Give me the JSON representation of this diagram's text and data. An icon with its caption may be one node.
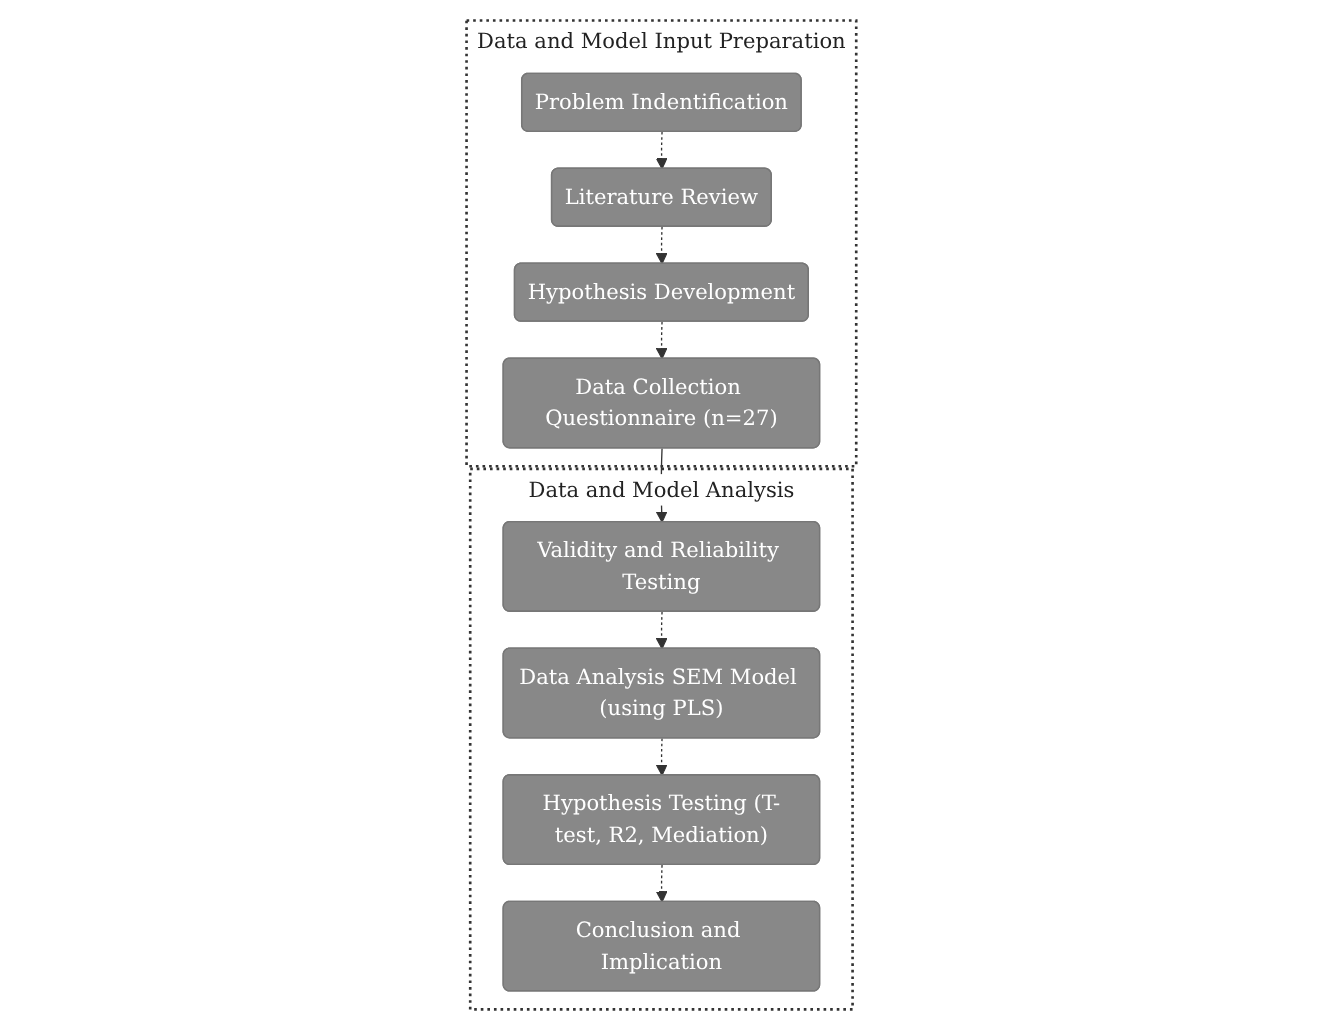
{
  "diagram": {
    "nodes": [
      {
        "text": [
          "Data and Model Input Preparation"
        ]
      },
      {
        "text": [
          "Problem Indentification"
        ],
        "in": 0
      },
      {
        "text": [
          "Literature Review"
        ],
        "in": 0
      },
      {
        "text": [
          "Hypothesis Development"
        ],
        "in": 0
      },
      {
        "text": [
          "Data Collection Questionnaire (n=27)"
        ],
        "in": 0
      },
      {
        "text": [
          "Data and Model Analysis"
        ]
      },
      {
        "text": [
          "Validity and Reliability Testing"
        ],
        "in": 5
      },
      {
        "text": [
          "Data Analysis SEM Model (using PLS)"
        ],
        "in": 5
      },
      {
        "text": [
          "Hypothesis Testing (T-test, R2, Mediation)"
        ],
        "in": 5
      },
      {
        "text": [
          "Conclusion and Implication"
        ],
        "in": 5
      }
    ],
    "edges": [
      {
        "from": 1,
        "to": 2,
        "arrow": "to",
        "style": "dashed"
      },
      {
        "from": 2,
        "to": 3,
        "arrow": "to",
        "style": "dashed"
      },
      {
        "from": 3,
        "to": 4,
        "arrow": "to",
        "style": "dashed"
      },
      {
        "from": 4,
        "to": 6,
        "arrow": "to"
      },
      {
        "from": 6,
        "to": 7,
        "arrow": "to",
        "style": "dashed"
      },
      {
        "from": 7,
        "to": 8,
        "arrow": "to",
        "style": "dashed"
      },
      {
        "from": 8,
        "to": 9,
        "arrow": "to",
        "style": "dashed"
      }
    ]
  }
}
